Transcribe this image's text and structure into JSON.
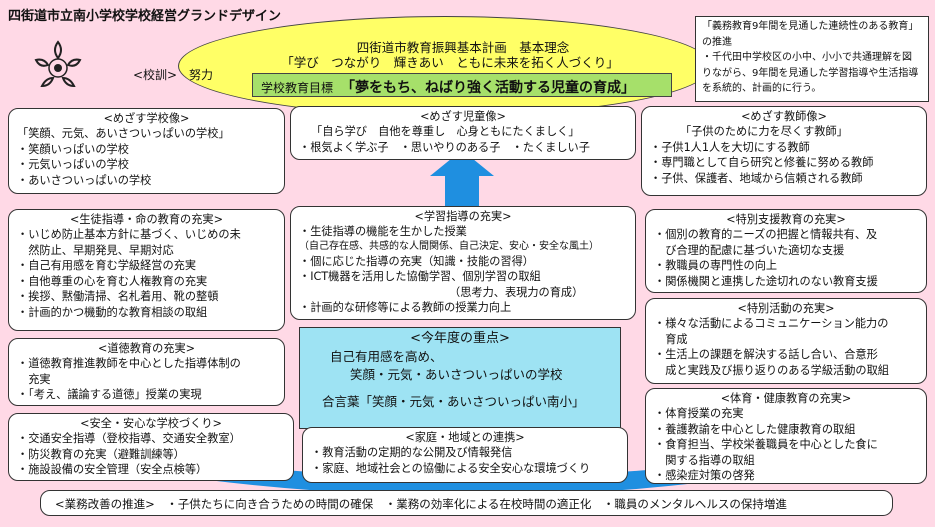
{
  "title": "四街道市立南小学校学校経営グランドデザイン",
  "vision": {
    "plan_title": "四街道市教育振興基本計画　基本理念",
    "plan_text": "「学び　つながり　輝きあい　ともに未来を拓く人づくり」"
  },
  "motto": {
    "label": "<校訓>",
    "text": "努力"
  },
  "school_goal": {
    "label": "学校教育目標",
    "text": "「夢をもち、ねばり強く活動する児童の育成」"
  },
  "note": {
    "lines": [
      "「義務教育9年間を見通した連続性のある教育」",
      "の推進",
      "・千代田中学校区の小中、小小で共通理解を図",
      "りながら、9年間を見通した学習指導や生活指導",
      "を系統的、計画的に行う。"
    ]
  },
  "school_image": {
    "heading": "<めざす学校像>",
    "items": [
      "「笑顔、元気、あいさついっぱいの学校」",
      "・笑顔いっぱいの学校",
      "・元気いっぱいの学校",
      "・あいさついっぱいの学校"
    ]
  },
  "child_image": {
    "heading": "<めざす児童像>",
    "items": [
      "「自ら学び　自他を尊重し　心身ともにたくましく」",
      "・根気よく学ぶ子　・思いやりのある子　・たくましい子"
    ]
  },
  "teacher_image": {
    "heading": "<めざす教師像>",
    "items": [
      "「子供のために力を尽くす教師」",
      "・子供1人1人を大切にする教師",
      "・専門職として自ら研究と修養に努める教師",
      "・子供、保護者、地域から信頼される教師"
    ]
  },
  "guidance": {
    "heading": "<生徒指導・命の教育の充実>",
    "items": [
      "・いじめ防止基本方針に基づく、いじめの未",
      "　然防止、早期発見、早期対応",
      "・自己有用感を育む学級経営の充実",
      "・自他尊重の心を育む人権教育の充実",
      "・挨拶、黙働清掃、名札着用、靴の整頓",
      "・計画的かつ機動的な教育相談の取組"
    ]
  },
  "learning": {
    "heading": "<学習指導の充実>",
    "items": [
      "・生徒指導の機能を生かした授業",
      "（自己存在感、共感的な人間関係、自己決定、安心・安全な風土）",
      "・個に応じた指導の充実（知識・技能の習得）",
      "・ICT機器を活用した協働学習、個別学習の取組",
      "（思考力、表現力の育成）",
      "・計画的な研修等による教師の授業力向上"
    ]
  },
  "special_support": {
    "heading": "<特別支援教育の充実>",
    "items": [
      "・個別の教育的ニーズの把握と情報共有、及",
      "　び合理的配慮に基づいた適切な支援",
      "・教職員の専門性の向上",
      "・関係機関と連携した途切れのない教育支援"
    ]
  },
  "moral": {
    "heading": "<道徳教育の充実>",
    "items": [
      "・道徳教育推進教師を中心とした指導体制の",
      "　充実",
      "・「考え、議論する道徳」授業の実現"
    ]
  },
  "focus": {
    "heading": "<今年度の重点>",
    "line1": "自己有用感を高め、",
    "line2": "笑顔・元気・あいさついっぱいの学校",
    "slogan": "合言葉「笑顔・元気・あいさついっぱい南小」"
  },
  "special_activities": {
    "heading": "<特別活動の充実>",
    "items": [
      "・様々な活動によるコミュニケーション能力の",
      "　育成",
      "・生活上の課題を解決する話し合い、合意形",
      "　成と実践及び振り返りのある学級活動の取組"
    ]
  },
  "safety": {
    "heading": "<安全・安心な学校づくり>",
    "items": [
      "・交通安全指導（登校指導、交通安全教室）",
      "・防災教育の充実（避難訓練等）",
      "・施設設備の安全管理（安全点検等）"
    ]
  },
  "community": {
    "heading": "<家庭・地域との連携>",
    "items": [
      "・教育活動の定期的な公開及び情報発信",
      "・家庭、地域社会との協働による安全安心な環境づくり"
    ]
  },
  "health": {
    "heading": "<体育・健康教育の充実>",
    "items": [
      "・体育授業の充実",
      "・養護教諭を中心とした健康教育の取組",
      "・食育担当、学校栄養職員を中心とした食に",
      "　関する指導の取組",
      "・感染症対策の啓発"
    ]
  },
  "reform": {
    "text": "<業務改善の推進>　・子供たちに向き合うための時間の確保　・業務の効率化による在校時間の適正化　・職員のメンタルヘルスの保持増進"
  },
  "colors": {
    "background": "#ffd9e6",
    "ellipse": "#ffff66",
    "goal": "#a6e06a",
    "focus": "#9ee3f3",
    "arrow": "#1f8fe0"
  }
}
